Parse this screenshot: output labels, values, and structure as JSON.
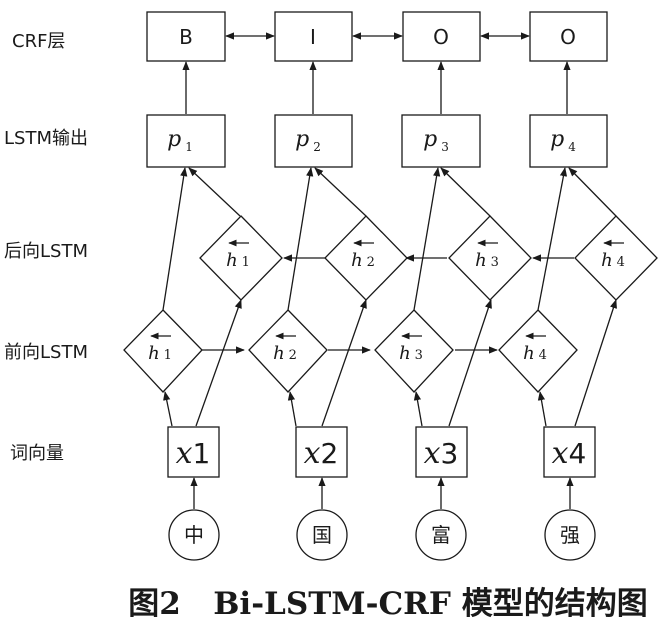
{
  "row_labels": [
    "CRF层",
    "LSTM输出",
    "后向LSTM",
    "前向LSTM",
    "词向量"
  ],
  "crf_tags": [
    "B",
    "I",
    "O",
    "O"
  ],
  "lstm_output": [
    {
      "symbol": "p",
      "sub": "1"
    },
    {
      "symbol": "p",
      "sub": "2"
    },
    {
      "symbol": "p",
      "sub": "3"
    },
    {
      "symbol": "p",
      "sub": "4"
    }
  ],
  "backward_lstm": [
    {
      "symbol": "h",
      "sub": "1"
    },
    {
      "symbol": "h",
      "sub": "2"
    },
    {
      "symbol": "h",
      "sub": "3"
    },
    {
      "symbol": "h",
      "sub": "4"
    }
  ],
  "forward_lstm": [
    {
      "symbol": "h",
      "sub": "1"
    },
    {
      "symbol": "h",
      "sub": "2"
    },
    {
      "symbol": "h",
      "sub": "3"
    },
    {
      "symbol": "h",
      "sub": "4"
    }
  ],
  "word_vectors": [
    {
      "symbol": "x",
      "num": "1"
    },
    {
      "symbol": "x",
      "num": "2"
    },
    {
      "symbol": "x",
      "num": "3"
    },
    {
      "symbol": "x",
      "num": "4"
    }
  ],
  "characters": [
    "中",
    "国",
    "富",
    "强"
  ],
  "caption": "图2   Bi-LSTM-CRF 模型的结构图"
}
